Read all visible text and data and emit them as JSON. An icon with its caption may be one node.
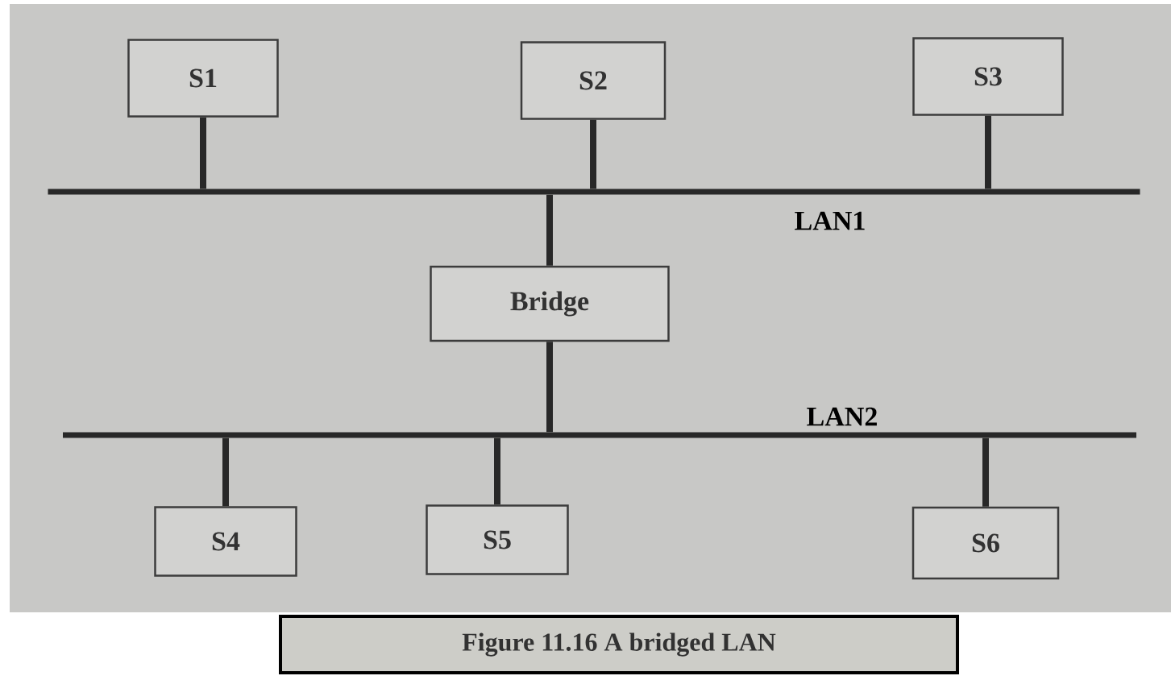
{
  "diagram": {
    "caption": "Figure 11.16 A bridged LAN",
    "nodes": [
      {
        "text": [
          "S1"
        ]
      },
      {
        "text": [
          "S2"
        ]
      },
      {
        "text": [
          "S3"
        ]
      },
      {
        "text": [
          "LAN1"
        ]
      },
      {
        "text": [
          "Bridge"
        ]
      },
      {
        "text": [
          "LAN2"
        ]
      },
      {
        "text": [
          "S4"
        ]
      },
      {
        "text": [
          "S5"
        ]
      },
      {
        "text": [
          "S6"
        ]
      }
    ],
    "edges": [
      {
        "from": 0,
        "to": 3,
        "arrow": "none"
      },
      {
        "from": 1,
        "to": 3,
        "arrow": "none"
      },
      {
        "from": 2,
        "to": 3,
        "arrow": "none"
      },
      {
        "from": 3,
        "to": 4,
        "arrow": "none"
      },
      {
        "from": 4,
        "to": 5,
        "arrow": "none"
      },
      {
        "from": 5,
        "to": 6,
        "arrow": "none"
      },
      {
        "from": 5,
        "to": 7,
        "arrow": "none"
      },
      {
        "from": 5,
        "to": 8,
        "arrow": "none"
      }
    ]
  }
}
